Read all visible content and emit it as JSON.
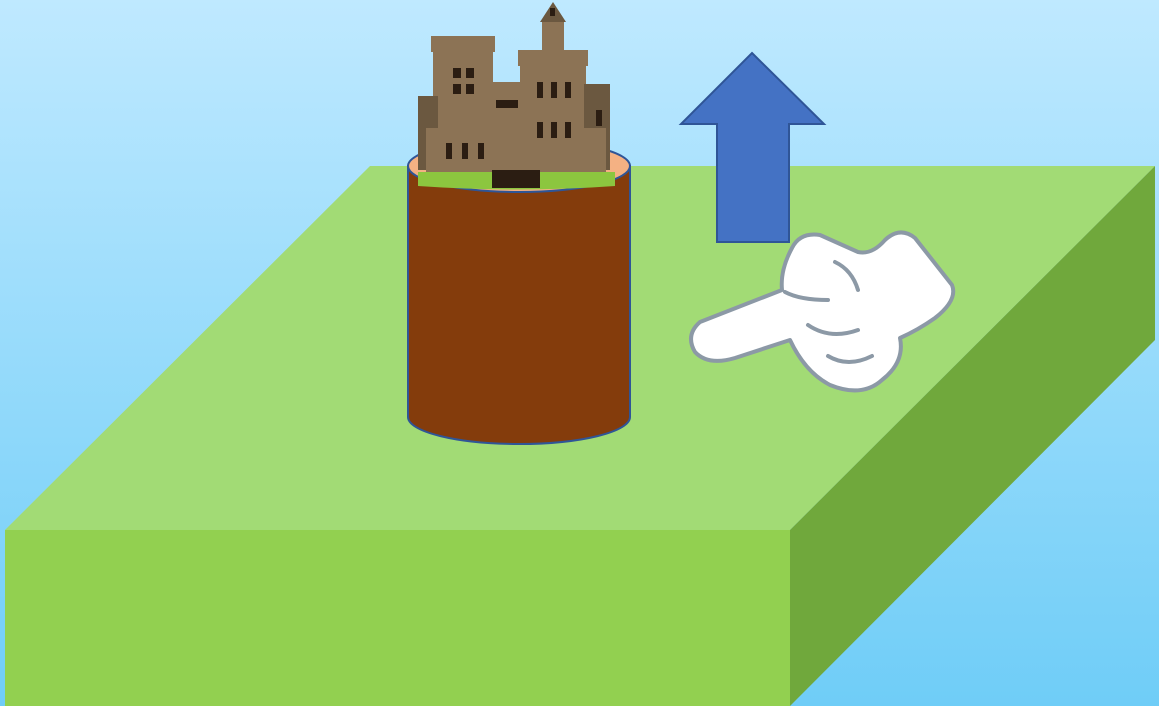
{
  "scene": {
    "colors": {
      "sky_top": "#bfe9ff",
      "sky_bottom": "#6fcdf7",
      "platform_top": "#a2db75",
      "platform_front": "#92d050",
      "platform_side": "#70a83c",
      "pillar_body": "#843c0c",
      "pillar_outline": "#2f5597",
      "pillar_top": "#f4b183",
      "grass": "#8cc63f",
      "castle_stone": "#8c7355",
      "castle_stone_dark": "#6b5840",
      "castle_window": "#2b1d12",
      "arrow_fill": "#4472c4",
      "arrow_outline": "#2f5597",
      "hand_fill": "#ffffff",
      "hand_outline": "#8c99a6"
    },
    "objects": [
      {
        "name": "sky-background",
        "icon": "sky"
      },
      {
        "name": "ground-platform",
        "icon": "green-platform"
      },
      {
        "name": "earth-pillar",
        "icon": "cylinder"
      },
      {
        "name": "castle",
        "icon": "castle-icon"
      },
      {
        "name": "up-arrow",
        "icon": "up-arrow-icon",
        "direction": "up"
      },
      {
        "name": "pointing-hand",
        "icon": "pointing-hand-icon",
        "direction": "left"
      }
    ]
  }
}
